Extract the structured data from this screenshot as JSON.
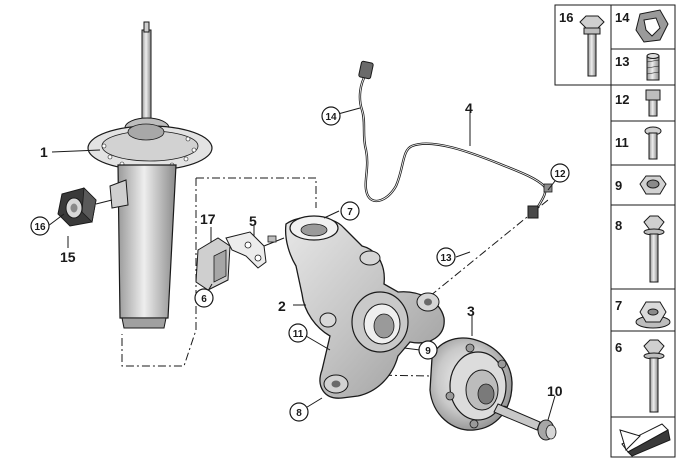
{
  "diagram": {
    "callouts": [
      {
        "id": "1",
        "label": "1",
        "circled": false
      },
      {
        "id": "2",
        "label": "2",
        "circled": false
      },
      {
        "id": "3",
        "label": "3",
        "circled": false
      },
      {
        "id": "4",
        "label": "4",
        "circled": false
      },
      {
        "id": "5",
        "label": "5",
        "circled": false
      },
      {
        "id": "6",
        "label": "6",
        "circled": true
      },
      {
        "id": "7",
        "label": "7",
        "circled": true
      },
      {
        "id": "8",
        "label": "8",
        "circled": true
      },
      {
        "id": "9",
        "label": "9",
        "circled": true
      },
      {
        "id": "10",
        "label": "10",
        "circled": false
      },
      {
        "id": "11",
        "label": "11",
        "circled": true
      },
      {
        "id": "12",
        "label": "12",
        "circled": true
      },
      {
        "id": "13",
        "label": "13",
        "circled": true
      },
      {
        "id": "14",
        "label": "14",
        "circled": true
      },
      {
        "id": "15",
        "label": "15",
        "circled": false
      },
      {
        "id": "16",
        "label": "16",
        "circled": true
      },
      {
        "id": "17",
        "label": "17",
        "circled": false
      }
    ],
    "side_panel": [
      {
        "label": "16",
        "part": "bolt-with-hex-head"
      },
      {
        "label": "14",
        "part": "clip"
      },
      {
        "label": "13",
        "part": "threaded-sleeve"
      },
      {
        "label": "12",
        "part": "socket-head-screw"
      },
      {
        "label": "11",
        "part": "torx-screw"
      },
      {
        "label": "9",
        "part": "hex-nut"
      },
      {
        "label": "8",
        "part": "hex-bolt"
      },
      {
        "label": "7",
        "part": "collar-nut"
      },
      {
        "label": "6",
        "part": "long-hex-bolt"
      }
    ],
    "colors": {
      "line": "#1a1a1a",
      "part_light": "#e6e6e6",
      "part_mid": "#bdbdbd",
      "part_dark": "#8c8c8c",
      "rubber": "#3a3a3a"
    }
  }
}
